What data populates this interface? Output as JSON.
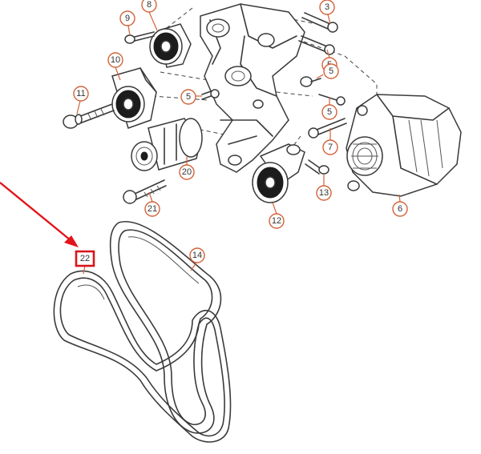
{
  "diagram": {
    "callouts": [
      {
        "id": "c3",
        "label": "3"
      },
      {
        "id": "c5a",
        "label": "5"
      },
      {
        "id": "c5b",
        "label": "5"
      },
      {
        "id": "c5c",
        "label": "5"
      },
      {
        "id": "c5d",
        "label": "5"
      },
      {
        "id": "c6",
        "label": "6"
      },
      {
        "id": "c7",
        "label": "7"
      },
      {
        "id": "c8",
        "label": "8"
      },
      {
        "id": "c9",
        "label": "9"
      },
      {
        "id": "c10",
        "label": "10"
      },
      {
        "id": "c11",
        "label": "11"
      },
      {
        "id": "c12",
        "label": "12"
      },
      {
        "id": "c13",
        "label": "13"
      },
      {
        "id": "c14",
        "label": "14"
      },
      {
        "id": "c20",
        "label": "20"
      },
      {
        "id": "c21",
        "label": "21"
      }
    ],
    "highlight": {
      "label": "22",
      "color": "#d8161b"
    },
    "arrow_color": "#e3141b",
    "callout_color": "#d2633a"
  }
}
